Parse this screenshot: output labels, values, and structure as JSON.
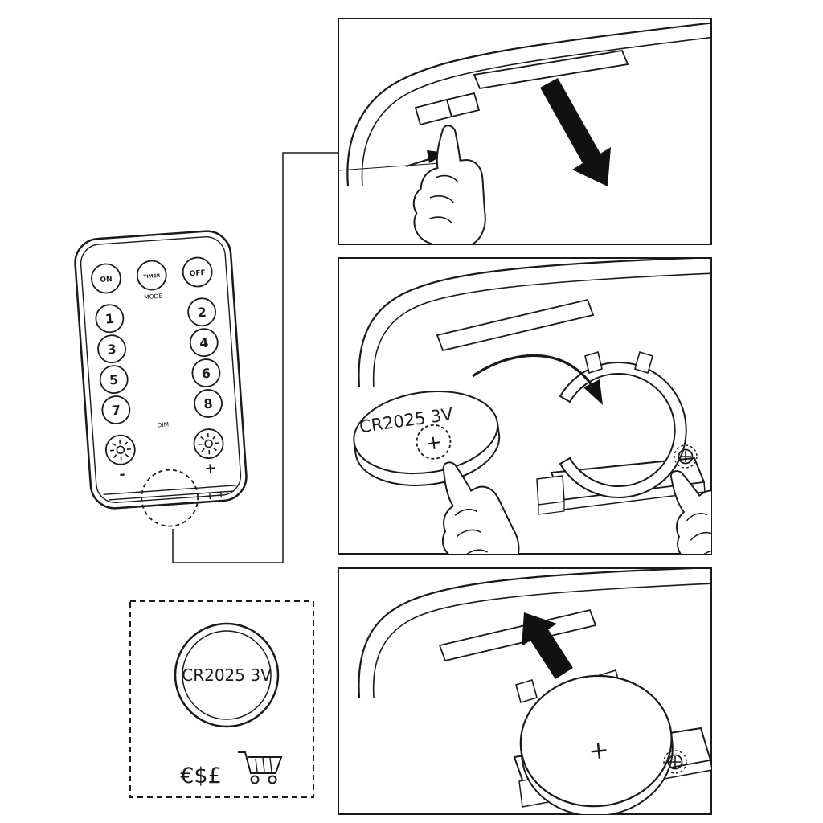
{
  "page": {
    "background": "#ffffff",
    "line_color": "#1a1a1a",
    "arrow_color": "#111111"
  },
  "remote": {
    "power_buttons": [
      "ON",
      "TIMER",
      "OFF"
    ],
    "mode_label": "MODE",
    "numbers": [
      "1",
      "2",
      "3",
      "4",
      "5",
      "6",
      "7",
      "8"
    ],
    "dim_label": "DIM",
    "brightness_minus": "-",
    "brightness_plus": "+"
  },
  "steps": {
    "step2": {
      "battery_label": "CR2025 3V",
      "battery_polarity": "+"
    },
    "step3": {
      "battery_polarity": "+"
    }
  },
  "battery_info": {
    "battery_label": "CR2025 3V",
    "currency_symbols": "€$£"
  }
}
